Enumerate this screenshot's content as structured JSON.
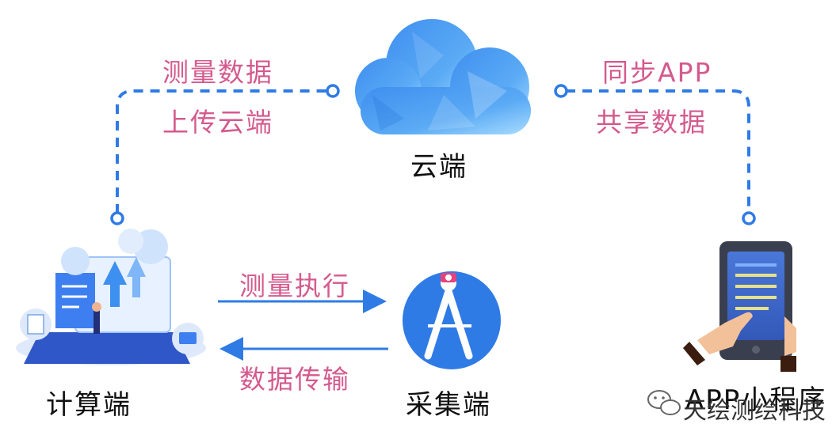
{
  "nodes": {
    "cloud": {
      "label": "云端"
    },
    "compute": {
      "label": "计算端"
    },
    "collect": {
      "label": "采集端"
    },
    "app": {
      "label": "APP小程序"
    }
  },
  "edges": {
    "compute_to_cloud": {
      "line1": "测量数据",
      "line2": "上传云端"
    },
    "cloud_to_app": {
      "line1": "同步APP",
      "line2": "共享数据"
    },
    "compute_to_collect": {
      "label": "测量执行"
    },
    "collect_to_compute": {
      "label": "数据传输"
    }
  },
  "watermark": {
    "text": "天绘测绘科技"
  },
  "colors": {
    "line": "#2f7be6",
    "pink": "#d45a8e",
    "blue_text": "#2e5fb0"
  }
}
